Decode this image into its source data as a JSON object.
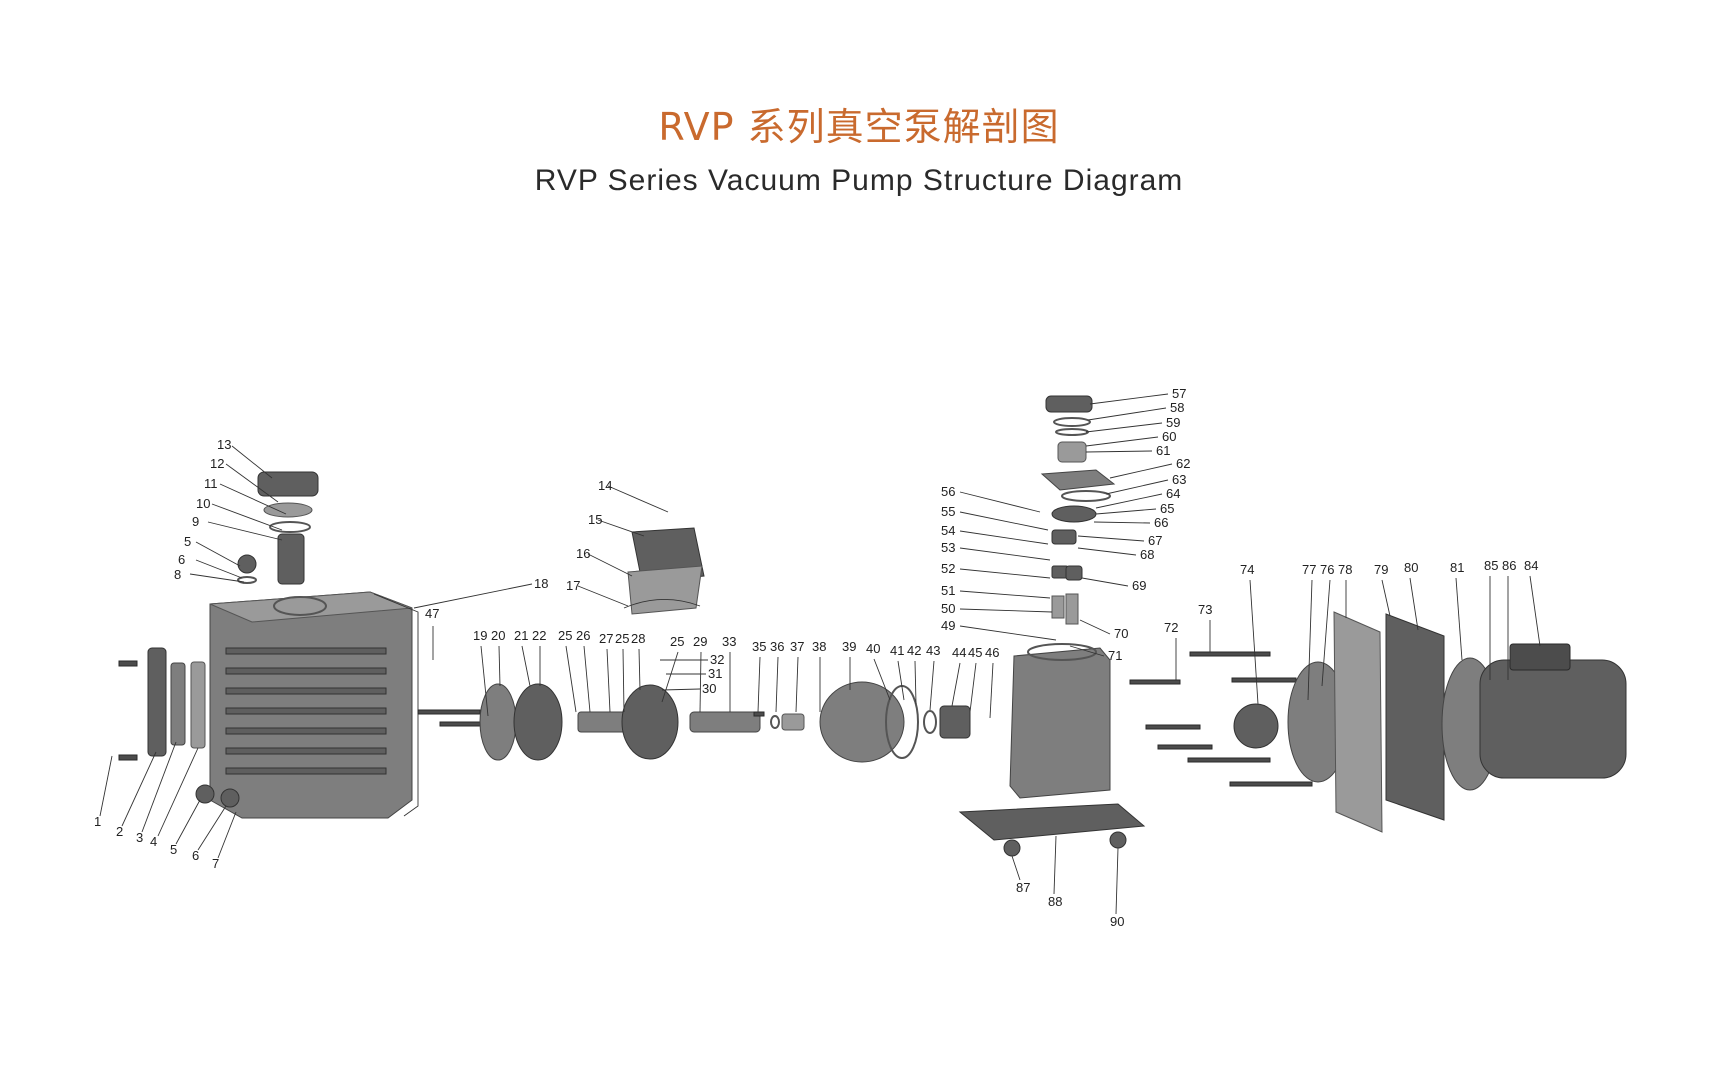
{
  "title_cn": "RVP 系列真空泵解剖图",
  "title_en": "RVP Series Vacuum Pump Structure  Diagram",
  "part_labels": [
    "1",
    "2",
    "3",
    "4",
    "5",
    "6",
    "7",
    "8",
    "5",
    "6",
    "9",
    "10",
    "11",
    "12",
    "13",
    "14",
    "15",
    "16",
    "17",
    "18",
    "47",
    "19",
    "20",
    "21",
    "22",
    "25",
    "26",
    "27",
    "25",
    "28",
    "25",
    "29",
    "33",
    "32",
    "31",
    "30",
    "35",
    "36",
    "37",
    "38",
    "39",
    "40",
    "41",
    "42",
    "43",
    "44",
    "45",
    "46",
    "56",
    "55",
    "54",
    "53",
    "52",
    "51",
    "50",
    "49",
    "57",
    "58",
    "59",
    "60",
    "61",
    "62",
    "63",
    "64",
    "65",
    "66",
    "67",
    "68",
    "69",
    "70",
    "71",
    "72",
    "73",
    "74",
    "77",
    "76",
    "78",
    "79",
    "80",
    "81",
    "85",
    "86",
    "84",
    "87",
    "88",
    "90"
  ],
  "palette": {
    "title_cn_color": "#c96a2e",
    "title_en_color": "#2a2a2a",
    "part_fill": "#7e7e7e"
  }
}
